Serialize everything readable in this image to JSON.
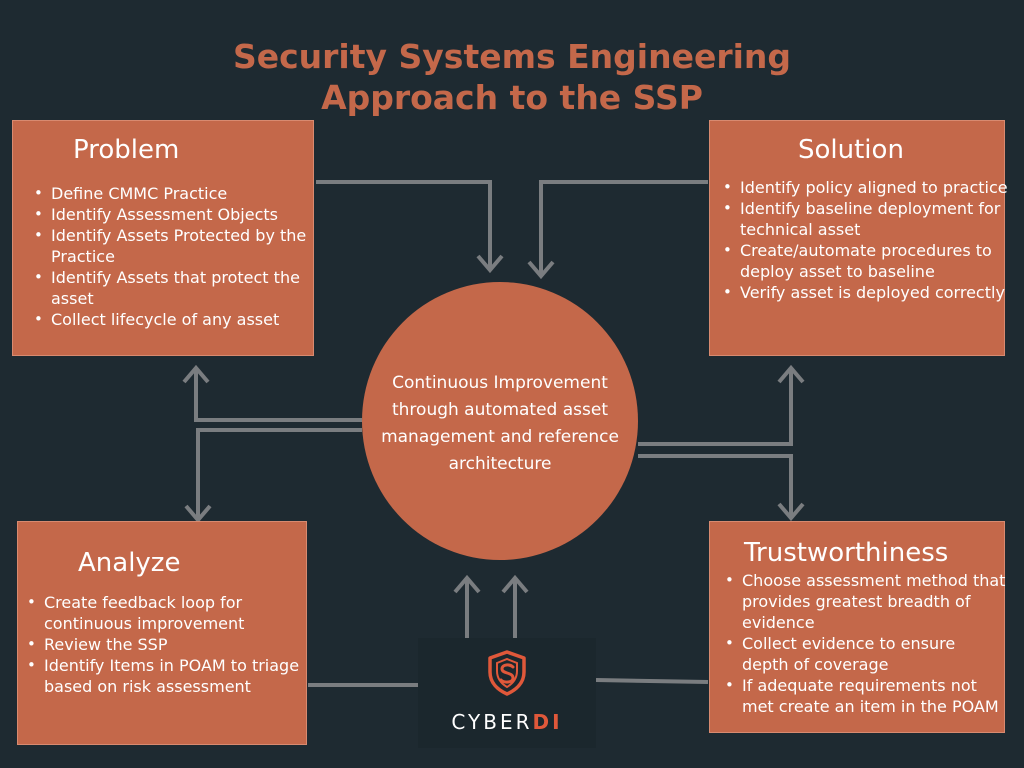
{
  "title": {
    "line1": "Security Systems Engineering",
    "line2": "Approach to the SSP"
  },
  "problem": {
    "heading": "Problem",
    "items": [
      "Define CMMC Practice",
      "Identify Assessment Objects",
      "Identify Assets Protected by the Practice",
      "Identify Assets that protect the asset",
      "Collect lifecycle of any asset"
    ]
  },
  "solution": {
    "heading": "Solution",
    "items": [
      "Identify policy aligned to practice",
      "Identify baseline deployment for technical asset",
      "Create/automate procedures to deploy asset to baseline",
      "Verify asset is deployed correctly"
    ]
  },
  "analyze": {
    "heading": "Analyze",
    "items": [
      "Create feedback loop for continuous improvement",
      "Review the SSP",
      "Identify Items in POAM to triage based on risk assessment"
    ]
  },
  "trustworthiness": {
    "heading": "Trustworthiness",
    "items": [
      "Choose assessment method that provides greatest breadth of evidence",
      "Collect evidence to ensure depth of coverage",
      "If adequate requirements not met create an item in the POAM"
    ]
  },
  "center": {
    "text": "Continuous Improvement through automated asset management and reference architecture"
  },
  "logo": {
    "text_main": "CYBER",
    "text_accent": "DI"
  },
  "colors": {
    "background": "#1e2a31",
    "accent": "#c4684a",
    "arrow": "#7a7d80",
    "logo_red": "#e0583a"
  }
}
